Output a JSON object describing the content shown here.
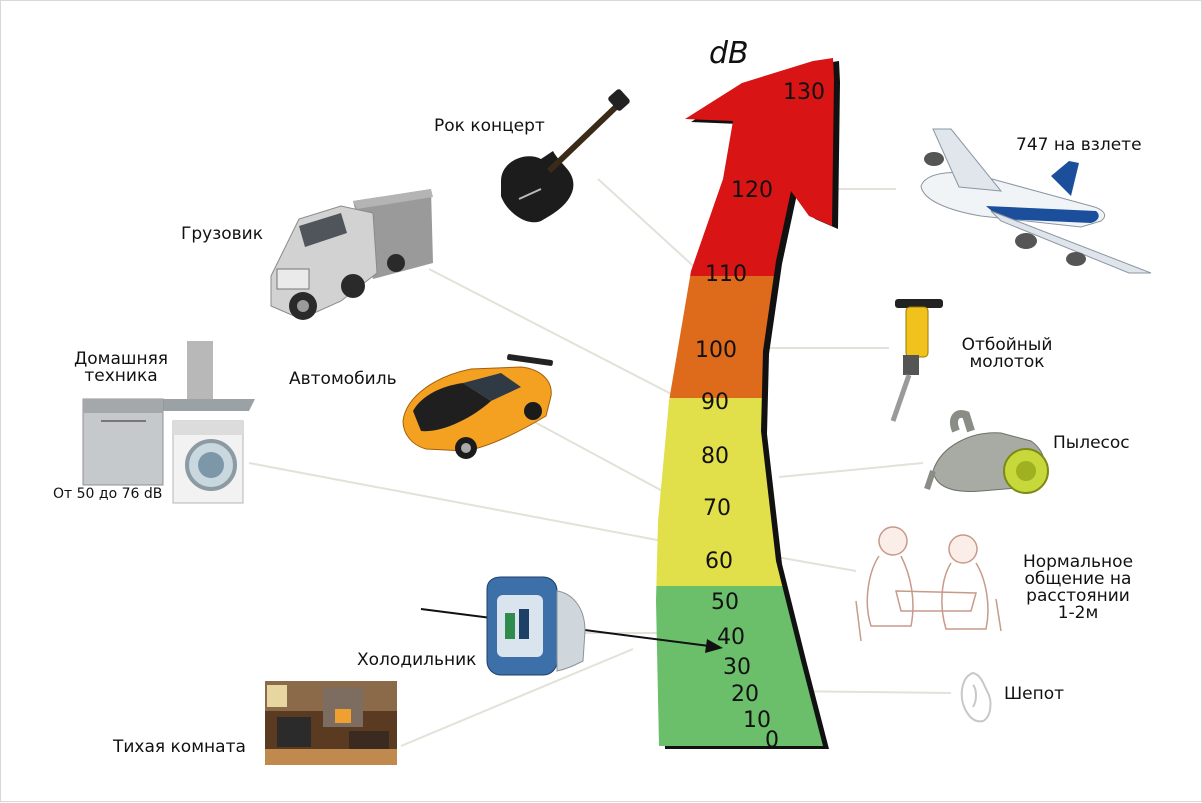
{
  "scale": {
    "unit": "dB",
    "ticks": [
      "130",
      "120",
      "110",
      "100",
      "90",
      "80",
      "70",
      "60",
      "50",
      "40",
      "30",
      "20",
      "10",
      "0"
    ],
    "colors": {
      "red": "#d91414",
      "orange": "#de6a1c",
      "yellow": "#e2e04a",
      "green": "#6bbf6a",
      "shadow": "#111111"
    }
  },
  "sources": {
    "rock_concert": "Рок концерт",
    "truck": "Грузовик",
    "appliances": "Домашняя\nтехника",
    "appliances_range": "От 50 до 76 dB",
    "car": "Автомобиль",
    "fridge": "Холодильник",
    "quiet_room": "Тихая комната",
    "jet_takeoff": "747 на взлете",
    "jackhammer": "Отбойный\nмолоток",
    "vacuum": "Пылесос",
    "conversation": "Нормальное\nобщение на\nрасстоянии\n1-2м",
    "whisper": "Шепот"
  },
  "icons": {
    "rock_concert": "electric-guitar-icon",
    "truck": "truck-icon",
    "appliances": "home-appliances-icon",
    "car": "sports-car-icon",
    "fridge": "mini-fridge-icon",
    "quiet_room": "quiet-room-photo",
    "jet_takeoff": "airplane-icon",
    "jackhammer": "jackhammer-icon",
    "vacuum": "vacuum-cleaner-icon",
    "conversation": "people-talking-sketch",
    "whisper": "ear-icon"
  }
}
